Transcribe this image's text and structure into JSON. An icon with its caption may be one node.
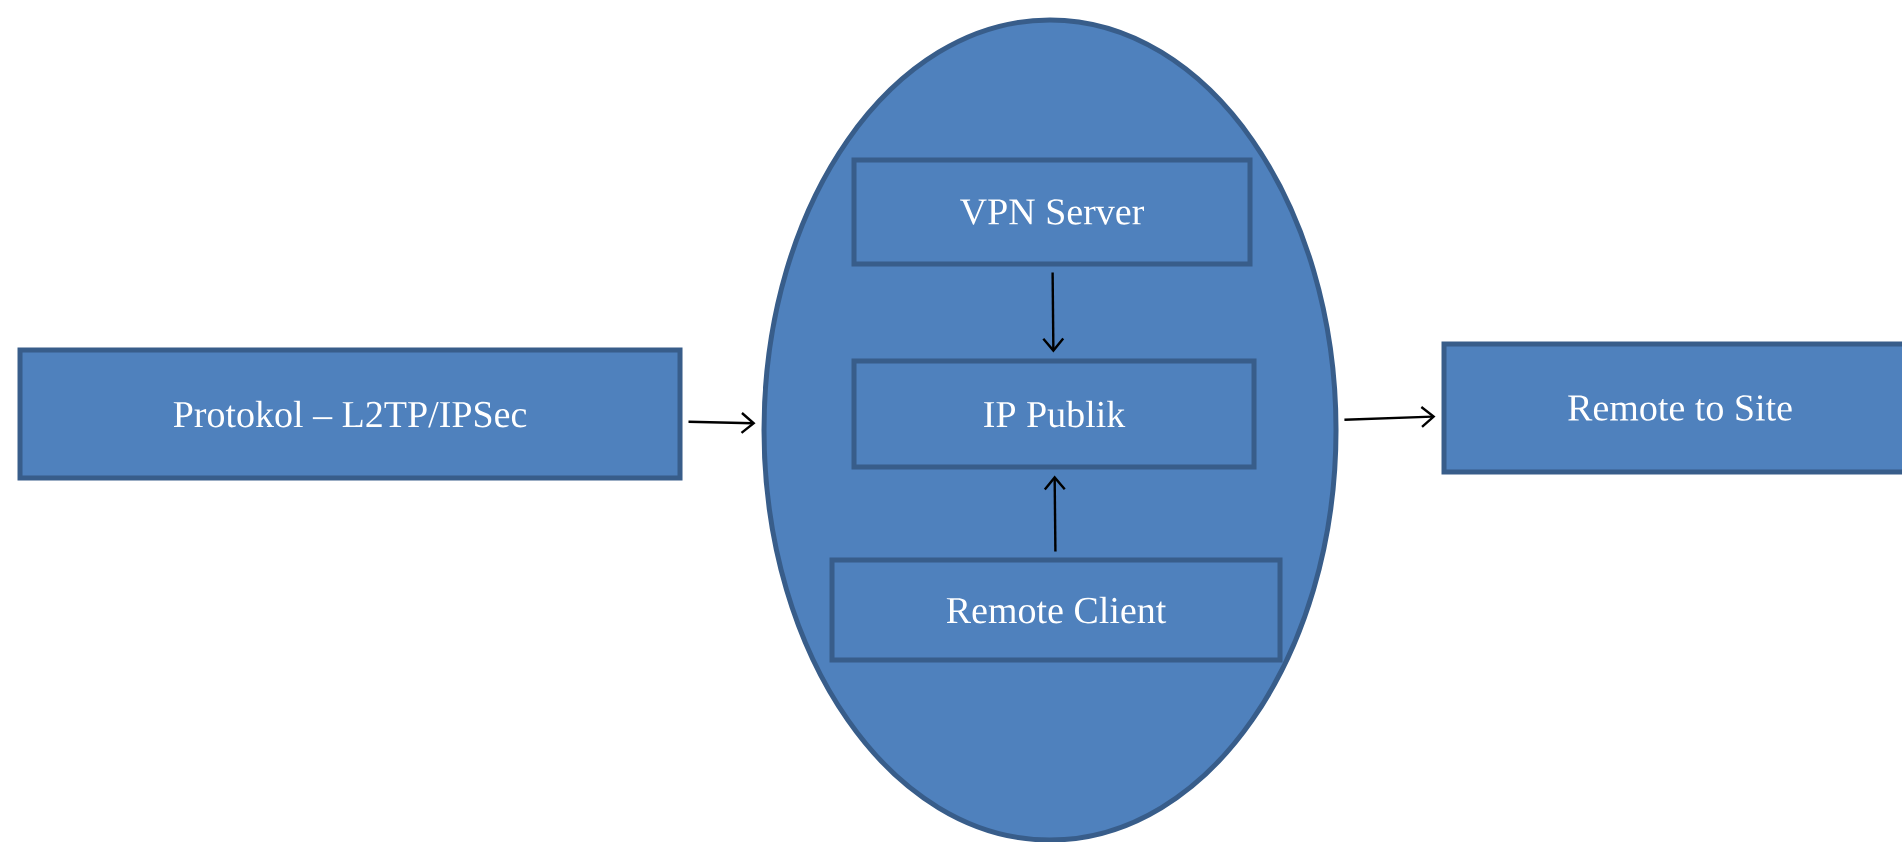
{
  "diagram": {
    "nodes": [
      {
        "text": [
          "Protokol – L2TP/IPSec"
        ]
      },
      {
        "text": [],
        "shape": "ellipse"
      },
      {
        "text": [
          "VPN Server"
        ],
        "in": 1
      },
      {
        "text": [
          "IP Publik"
        ],
        "in": 1
      },
      {
        "text": [
          "Remote Client"
        ],
        "in": 1
      },
      {
        "text": [
          "Remote to Site"
        ]
      }
    ],
    "edges": [
      {
        "from": 0,
        "to": 1,
        "arrow": "to"
      },
      {
        "from": 2,
        "to": 3,
        "arrow": "to"
      },
      {
        "from": 4,
        "to": 3,
        "arrow": "to"
      },
      {
        "from": 1,
        "to": 5,
        "arrow": "to"
      }
    ]
  }
}
